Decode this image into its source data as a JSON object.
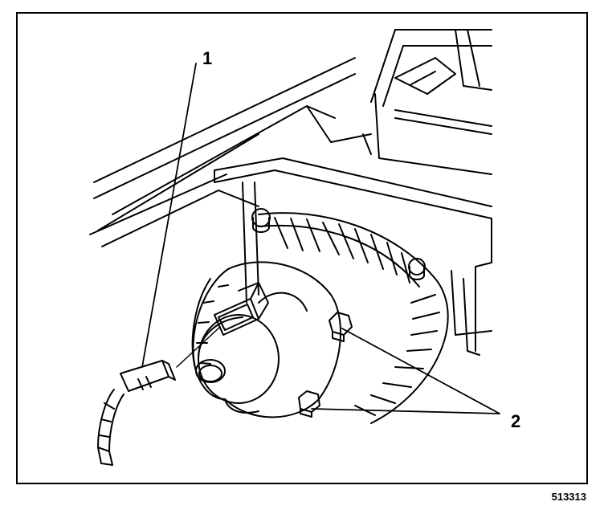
{
  "callouts": [
    {
      "label": "1"
    },
    {
      "label": "2"
    }
  ],
  "figure_id": "513313",
  "colors": {
    "ink": "#000000",
    "paper": "#ffffff"
  }
}
